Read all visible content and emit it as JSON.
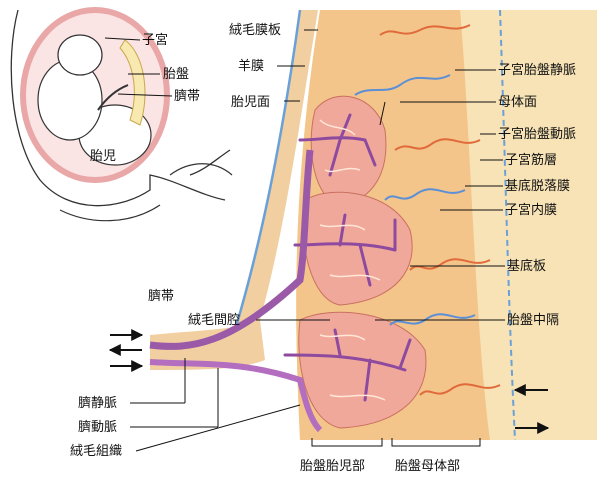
{
  "labels": {
    "uterus": "子宮",
    "placenta_small": "胎盤",
    "umbilical_cord_small": "臍帯",
    "fetus": "胎児",
    "chorionic_plate": "絨毛膜板",
    "amnion": "羊膜",
    "fetal_surface": "胎児面",
    "uteroplacental_vein": "子宮胎盤静脈",
    "maternal_surface": "母体面",
    "uteroplacental_artery": "子宮胎盤動脈",
    "myometrium": "子宮筋層",
    "decidua_basalis": "基底脱落膜",
    "endometrium": "子宮内膜",
    "basal_plate": "基底板",
    "umbilical_cord": "臍帯",
    "intervillous_space": "絨毛間腔",
    "placental_septum": "胎盤中隔",
    "umbilical_vein": "臍静脈",
    "umbilical_artery": "臍動脈",
    "villous_tissue": "絨毛組織",
    "fetal_part": "胎盤胎児部",
    "maternal_part": "胎盤母体部"
  },
  "colors": {
    "myometrium": "#f7e3b6",
    "endometrium": "#f4c58a",
    "villus": "#f0a89a",
    "artery": "#e06a3a",
    "vein": "#5b8fd6",
    "cord": "#9a5aa8",
    "amnion_line": "#6aa0d8"
  }
}
